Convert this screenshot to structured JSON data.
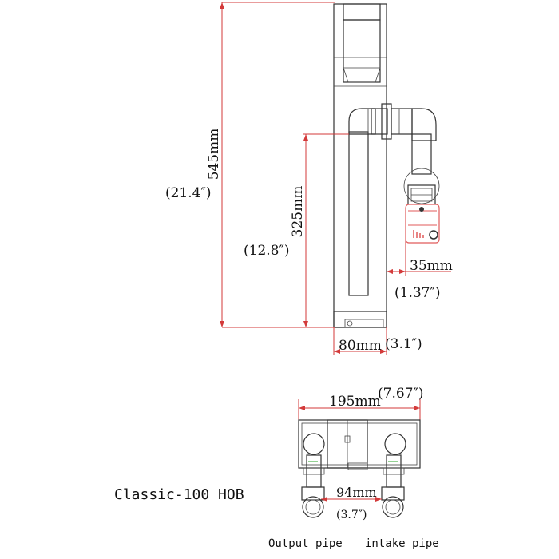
{
  "dimensions": {
    "total_height_mm": "545mm",
    "total_height_in": "(21.4″)",
    "inner_height_mm": "325mm",
    "inner_height_in": "(12.8″)",
    "pump_offset_mm": "35mm",
    "pump_offset_in": "(1.37″)",
    "base_width_mm": "80mm",
    "base_width_in": "(3.1″)",
    "top_width_mm": "195mm",
    "top_width_in": "(7.67″)",
    "pipe_spacing_mm": "94mm",
    "pipe_spacing_in": "(3.7″)"
  },
  "labels": {
    "model": "Classic-100 HOB",
    "output_pipe": "Output pipe",
    "intake_pipe": "intake pipe"
  },
  "colors": {
    "dimension_line": "#d33a3a",
    "drawing_line": "#333333",
    "pump_accent": "#e05a5a"
  }
}
